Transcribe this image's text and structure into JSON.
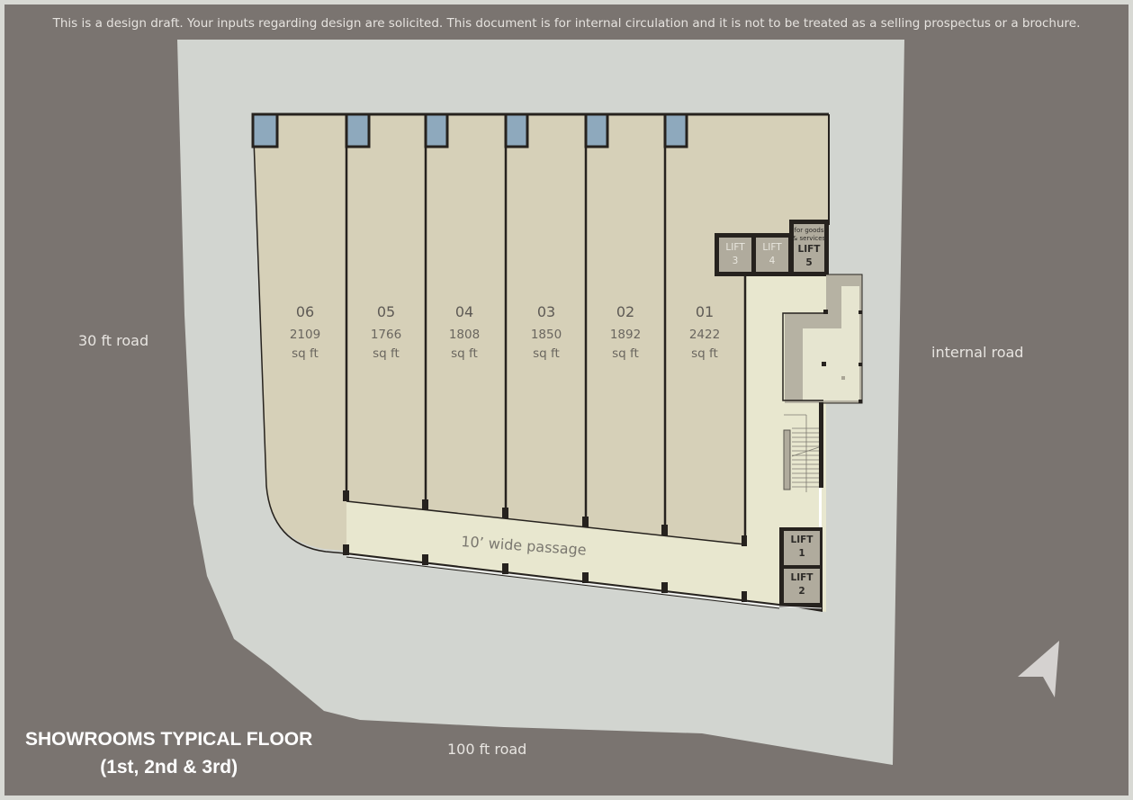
{
  "disclaimer": "This is a design draft. Your inputs regarding design are solicited. This document is for internal circulation and it is not to be treated as a selling prospectus or a brochure.",
  "title": {
    "line1": "SHOWROOMS TYPICAL FLOOR",
    "line2": "(1st, 2nd & 3rd)"
  },
  "roads": {
    "west": "30 ft road",
    "east": "internal road",
    "south": "100 ft road"
  },
  "passage": {
    "label": "10’ wide  passage"
  },
  "units": [
    {
      "no": "06",
      "area": "2109",
      "unit": "sq ft"
    },
    {
      "no": "05",
      "area": "1766",
      "unit": "sq ft"
    },
    {
      "no": "04",
      "area": "1808",
      "unit": "sq ft"
    },
    {
      "no": "03",
      "area": "1850",
      "unit": "sq ft"
    },
    {
      "no": "02",
      "area": "1892",
      "unit": "sq ft"
    },
    {
      "no": "01",
      "area": "2422",
      "unit": "sq ft"
    }
  ],
  "lifts": [
    {
      "label": "LIFT",
      "no": "1"
    },
    {
      "label": "LIFT",
      "no": "2"
    },
    {
      "label": "LIFT",
      "no": "3"
    },
    {
      "label": "LIFT",
      "no": "4"
    },
    {
      "label": "LIFT",
      "no": "5",
      "note_line1": "for goods",
      "note_line2": "& services"
    }
  ],
  "north_arrow": {
    "icon": "north-arrow-icon"
  },
  "colors": {
    "background": "#7a7470",
    "site": "#d2d5d0",
    "showroom": "#d6d0b8",
    "passage": "#e8e7cf",
    "glass": "#8ea9bd",
    "lift": "#b0ab9d",
    "wall": "#26221e"
  }
}
